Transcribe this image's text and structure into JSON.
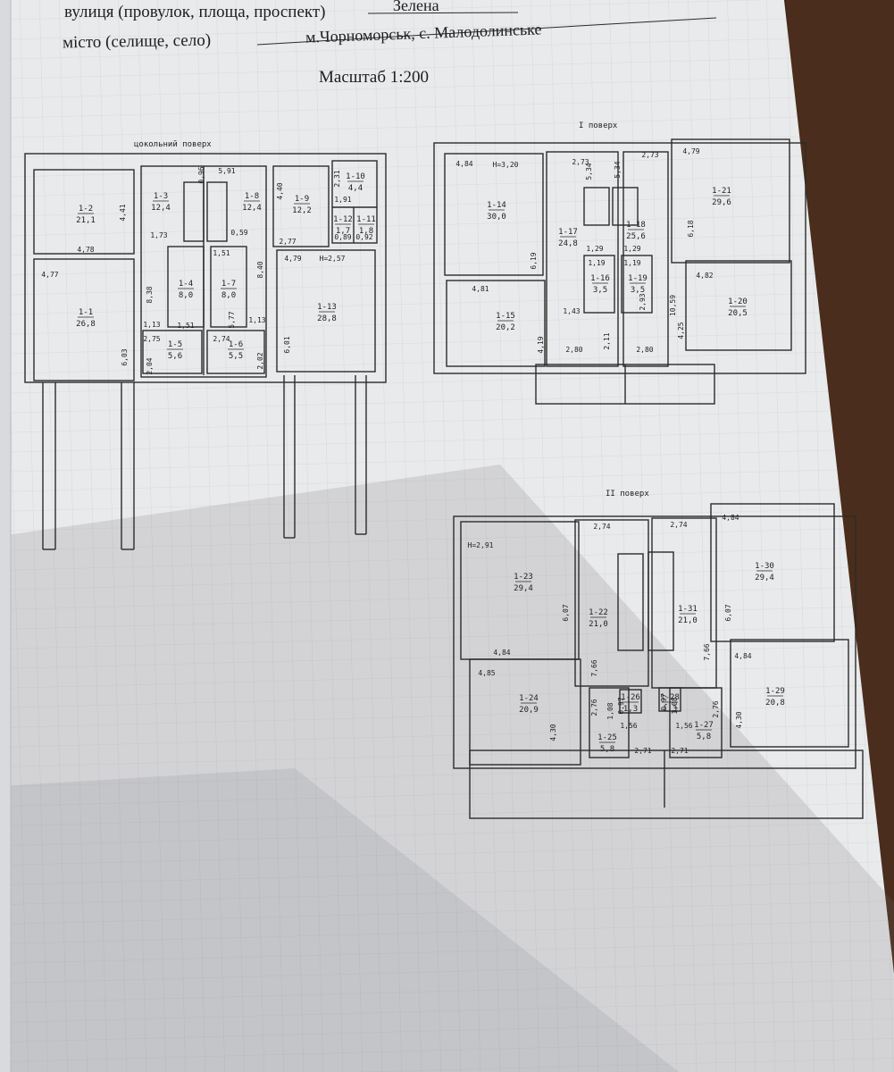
{
  "header": {
    "street_label": "вулиця (провулок, площа, проспект)",
    "street_value": "Зелена",
    "city_label": "місто (селище, село)",
    "city_value": "м.Чорноморськ, с. Малодолинське",
    "scale": "Масштаб 1:200"
  },
  "floors": {
    "basement": {
      "title": "цокольний поверх",
      "rooms": [
        {
          "id": "1-2",
          "area": "21,1"
        },
        {
          "id": "1-1",
          "area": "26,8"
        },
        {
          "id": "1-3",
          "area": "12,4"
        },
        {
          "id": "1-8",
          "area": "12,4"
        },
        {
          "id": "1-4",
          "area": "8,0"
        },
        {
          "id": "1-7",
          "area": "8,0"
        },
        {
          "id": "1-5",
          "area": "5,6"
        },
        {
          "id": "1-6",
          "area": "5,5"
        },
        {
          "id": "1-9",
          "area": "12,2"
        },
        {
          "id": "1-10",
          "area": "4,4"
        },
        {
          "id": "1-12",
          "area": "1,7"
        },
        {
          "id": "1-11",
          "area": "1,8"
        },
        {
          "id": "1-13",
          "area": "28,8"
        }
      ],
      "dims": [
        "4,41",
        "4,78",
        "4,77",
        "6,03",
        "1,73",
        "8,38",
        "1,13",
        "1,51",
        "2,75",
        "2,04",
        "0,96",
        "5,91",
        "1,51",
        "0,59",
        "5,77",
        "1,13",
        "2,74",
        "2,02",
        "8,40",
        "4,40",
        "2,31",
        "1,91",
        "2,77",
        "0,89",
        "0,92",
        "4,79",
        "H=2,57",
        "6,01"
      ]
    },
    "first": {
      "title": "I поверх",
      "rooms": [
        {
          "id": "1-14",
          "area": "30,0"
        },
        {
          "id": "1-15",
          "area": "20,2"
        },
        {
          "id": "1-17",
          "area": "24,8"
        },
        {
          "id": "1-16",
          "area": "3,5"
        },
        {
          "id": "1-18",
          "area": "25,6"
        },
        {
          "id": "1-19",
          "area": "3,5"
        },
        {
          "id": "1-21",
          "area": "29,6"
        },
        {
          "id": "1-20",
          "area": "20,5"
        }
      ],
      "dims": [
        "4,84",
        "H=3,20",
        "6,19",
        "4,81",
        "4,19",
        "2,73",
        "5,34",
        "1,29",
        "1,19",
        "1,43",
        "2,80",
        "2,11",
        "2,73",
        "5,34",
        "1,29",
        "1,19",
        "2,93",
        "10,59",
        "2,80",
        "4,79",
        "6,18",
        "4,82",
        "4,25"
      ]
    },
    "second": {
      "title": "II поверх",
      "rooms": [
        {
          "id": "1-23",
          "area": "29,4"
        },
        {
          "id": "1-24",
          "area": "20,9"
        },
        {
          "id": "1-22",
          "area": "21,0"
        },
        {
          "id": "1-25",
          "area": "5,8"
        },
        {
          "id": "1-26",
          "area": "1,3"
        },
        {
          "id": "1-31",
          "area": "21,0"
        },
        {
          "id": "1-28",
          "area": "1,3"
        },
        {
          "id": "1-27",
          "area": "5,8"
        },
        {
          "id": "1-30",
          "area": "29,4"
        },
        {
          "id": "1-29",
          "area": "20,8"
        }
      ],
      "dims": [
        "H=2,91",
        "6,07",
        "4,84",
        "4,85",
        "4,30",
        "2,74",
        "7,66",
        "2,76",
        "1,08",
        "0,97",
        "1,56",
        "2,71",
        "2,74",
        "0,97",
        "1,08",
        "2,76",
        "1,56",
        "2,71",
        "4,84",
        "6,07",
        "7,66",
        "4,84",
        "4,30"
      ]
    }
  }
}
